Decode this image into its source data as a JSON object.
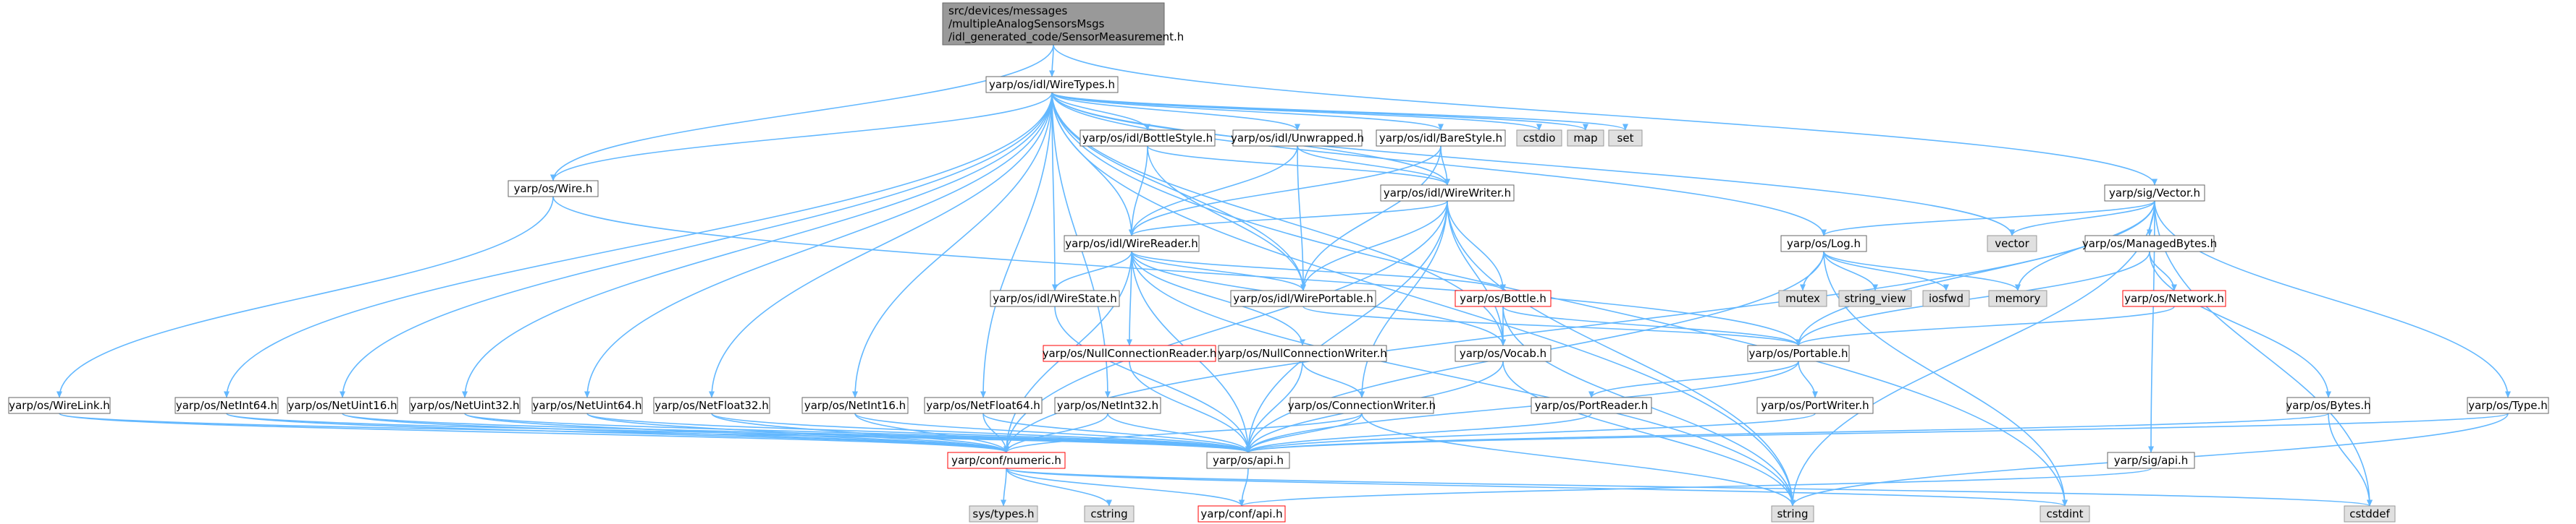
{
  "colors": {
    "node_fill": "#ffffff",
    "node_border": "#666666",
    "root_fill": "#999999",
    "root_border": "#666666",
    "system_fill": "#e0e0e0",
    "system_border": "#999999",
    "truncated_border": "#ff0000",
    "edge": "#63b8ff"
  },
  "nodes": [
    {
      "id": "root",
      "label": "src/devices/messages\n/multipleAnalogSensorsMsgs\n/idl_generated_code/SensorMeasurement.h",
      "kind": "root"
    },
    {
      "id": "wiretypes",
      "label": "yarp/os/idl/WireTypes.h",
      "kind": "normal"
    },
    {
      "id": "wire",
      "label": "yarp/os/Wire.h",
      "kind": "normal"
    },
    {
      "id": "sigvector",
      "label": "yarp/sig/Vector.h",
      "kind": "normal"
    },
    {
      "id": "bottlestyle",
      "label": "yarp/os/idl/BottleStyle.h",
      "kind": "normal"
    },
    {
      "id": "unwrapped",
      "label": "yarp/os/idl/Unwrapped.h",
      "kind": "normal"
    },
    {
      "id": "barestyle",
      "label": "yarp/os/idl/BareStyle.h",
      "kind": "normal"
    },
    {
      "id": "cstdio",
      "label": "cstdio",
      "kind": "system"
    },
    {
      "id": "map",
      "label": "map",
      "kind": "system"
    },
    {
      "id": "set",
      "label": "set",
      "kind": "system"
    },
    {
      "id": "wirewriter",
      "label": "yarp/os/idl/WireWriter.h",
      "kind": "normal"
    },
    {
      "id": "wirereader",
      "label": "yarp/os/idl/WireReader.h",
      "kind": "normal"
    },
    {
      "id": "log",
      "label": "yarp/os/Log.h",
      "kind": "normal"
    },
    {
      "id": "vector",
      "label": "vector",
      "kind": "system"
    },
    {
      "id": "managedbytes",
      "label": "yarp/os/ManagedBytes.h",
      "kind": "normal"
    },
    {
      "id": "wirestate",
      "label": "yarp/os/idl/WireState.h",
      "kind": "normal"
    },
    {
      "id": "wireportable",
      "label": "yarp/os/idl/WirePortable.h",
      "kind": "normal"
    },
    {
      "id": "bottle",
      "label": "yarp/os/Bottle.h",
      "kind": "truncated"
    },
    {
      "id": "mutex",
      "label": "mutex",
      "kind": "system"
    },
    {
      "id": "stringview",
      "label": "string_view",
      "kind": "system"
    },
    {
      "id": "iosfwd",
      "label": "iosfwd",
      "kind": "system"
    },
    {
      "id": "memory",
      "label": "memory",
      "kind": "system"
    },
    {
      "id": "network",
      "label": "yarp/os/Network.h",
      "kind": "truncated"
    },
    {
      "id": "nullreader",
      "label": "yarp/os/NullConnectionReader.h",
      "kind": "truncated"
    },
    {
      "id": "nullwriter",
      "label": "yarp/os/NullConnectionWriter.h",
      "kind": "normal"
    },
    {
      "id": "vocab",
      "label": "yarp/os/Vocab.h",
      "kind": "normal"
    },
    {
      "id": "portable",
      "label": "yarp/os/Portable.h",
      "kind": "normal"
    },
    {
      "id": "wirelink",
      "label": "yarp/os/WireLink.h",
      "kind": "normal"
    },
    {
      "id": "netint64",
      "label": "yarp/os/NetInt64.h",
      "kind": "normal"
    },
    {
      "id": "netuint16",
      "label": "yarp/os/NetUint16.h",
      "kind": "normal"
    },
    {
      "id": "netuint32",
      "label": "yarp/os/NetUint32.h",
      "kind": "normal"
    },
    {
      "id": "netuint64",
      "label": "yarp/os/NetUint64.h",
      "kind": "normal"
    },
    {
      "id": "netfloat32",
      "label": "yarp/os/NetFloat32.h",
      "kind": "normal"
    },
    {
      "id": "netint16",
      "label": "yarp/os/NetInt16.h",
      "kind": "normal"
    },
    {
      "id": "netfloat64",
      "label": "yarp/os/NetFloat64.h",
      "kind": "normal"
    },
    {
      "id": "netint32",
      "label": "yarp/os/NetInt32.h",
      "kind": "normal"
    },
    {
      "id": "connwriter",
      "label": "yarp/os/ConnectionWriter.h",
      "kind": "normal"
    },
    {
      "id": "portreader",
      "label": "yarp/os/PortReader.h",
      "kind": "normal"
    },
    {
      "id": "portwriter",
      "label": "yarp/os/PortWriter.h",
      "kind": "normal"
    },
    {
      "id": "bytes",
      "label": "yarp/os/Bytes.h",
      "kind": "normal"
    },
    {
      "id": "type",
      "label": "yarp/os/Type.h",
      "kind": "normal"
    },
    {
      "id": "confnumeric",
      "label": "yarp/conf/numeric.h",
      "kind": "truncated"
    },
    {
      "id": "osapi",
      "label": "yarp/os/api.h",
      "kind": "normal"
    },
    {
      "id": "sigapi",
      "label": "yarp/sig/api.h",
      "kind": "normal"
    },
    {
      "id": "systypes",
      "label": "sys/types.h",
      "kind": "system"
    },
    {
      "id": "cstring",
      "label": "cstring",
      "kind": "system"
    },
    {
      "id": "confapi",
      "label": "yarp/conf/api.h",
      "kind": "truncated"
    },
    {
      "id": "string",
      "label": "string",
      "kind": "system"
    },
    {
      "id": "cstdint",
      "label": "cstdint",
      "kind": "system"
    },
    {
      "id": "cstddef",
      "label": "cstddef",
      "kind": "system"
    }
  ],
  "edges": [
    [
      "root",
      "wiretypes"
    ],
    [
      "root",
      "wire"
    ],
    [
      "root",
      "sigvector"
    ],
    [
      "wiretypes",
      "bottlestyle"
    ],
    [
      "wiretypes",
      "unwrapped"
    ],
    [
      "wiretypes",
      "barestyle"
    ],
    [
      "wiretypes",
      "cstdio"
    ],
    [
      "wiretypes",
      "map"
    ],
    [
      "wiretypes",
      "set"
    ],
    [
      "wiretypes",
      "wirewriter"
    ],
    [
      "wiretypes",
      "wirereader"
    ],
    [
      "wiretypes",
      "wirestate"
    ],
    [
      "wiretypes",
      "wireportable"
    ],
    [
      "wiretypes",
      "wire"
    ],
    [
      "wiretypes",
      "log"
    ],
    [
      "wiretypes",
      "vector"
    ],
    [
      "wiretypes",
      "netint64"
    ],
    [
      "wiretypes",
      "netuint16"
    ],
    [
      "wiretypes",
      "netuint32"
    ],
    [
      "wiretypes",
      "netuint64"
    ],
    [
      "wiretypes",
      "netfloat32"
    ],
    [
      "wiretypes",
      "netint16"
    ],
    [
      "wiretypes",
      "netfloat64"
    ],
    [
      "wiretypes",
      "netint32"
    ],
    [
      "wiretypes",
      "string"
    ],
    [
      "wiretypes",
      "cstdint"
    ],
    [
      "wiretypes",
      "vocab"
    ],
    [
      "wire",
      "wirelink"
    ],
    [
      "wire",
      "portable"
    ],
    [
      "bottlestyle",
      "wirereader"
    ],
    [
      "bottlestyle",
      "wireportable"
    ],
    [
      "bottlestyle",
      "wirewriter"
    ],
    [
      "unwrapped",
      "wirereader"
    ],
    [
      "unwrapped",
      "wireportable"
    ],
    [
      "unwrapped",
      "wirewriter"
    ],
    [
      "barestyle",
      "wirereader"
    ],
    [
      "barestyle",
      "wireportable"
    ],
    [
      "barestyle",
      "wirewriter"
    ],
    [
      "wirewriter",
      "wirereader"
    ],
    [
      "wirewriter",
      "wireportable"
    ],
    [
      "wirewriter",
      "bottle"
    ],
    [
      "wirewriter",
      "vocab"
    ],
    [
      "wirewriter",
      "osapi"
    ],
    [
      "wirewriter",
      "confnumeric"
    ],
    [
      "wirewriter",
      "string"
    ],
    [
      "wirewriter",
      "connwriter"
    ],
    [
      "wirereader",
      "wirestate"
    ],
    [
      "wirereader",
      "wireportable"
    ],
    [
      "wirereader",
      "bottle"
    ],
    [
      "wirereader",
      "nullreader"
    ],
    [
      "wirereader",
      "nullwriter"
    ],
    [
      "wirereader",
      "vocab"
    ],
    [
      "wirereader",
      "confnumeric"
    ],
    [
      "wirereader",
      "osapi"
    ],
    [
      "wirereader",
      "string"
    ],
    [
      "wirestate",
      "osapi"
    ],
    [
      "wireportable",
      "portable"
    ],
    [
      "bottle",
      "portable"
    ],
    [
      "bottle",
      "vocab"
    ],
    [
      "bottle",
      "string"
    ],
    [
      "nullreader",
      "osapi"
    ],
    [
      "nullwriter",
      "connwriter"
    ],
    [
      "nullwriter",
      "osapi"
    ],
    [
      "vocab",
      "osapi"
    ],
    [
      "vocab",
      "string"
    ],
    [
      "portable",
      "portreader"
    ],
    [
      "portable",
      "portwriter"
    ],
    [
      "portable",
      "osapi"
    ],
    [
      "portreader",
      "osapi"
    ],
    [
      "portwriter",
      "osapi"
    ],
    [
      "connwriter",
      "confnumeric"
    ],
    [
      "connwriter",
      "osapi"
    ],
    [
      "connwriter",
      "string"
    ],
    [
      "wirelink",
      "confnumeric"
    ],
    [
      "wirelink",
      "osapi"
    ],
    [
      "netint64",
      "confnumeric"
    ],
    [
      "netint64",
      "osapi"
    ],
    [
      "netuint16",
      "confnumeric"
    ],
    [
      "netuint16",
      "osapi"
    ],
    [
      "netuint32",
      "confnumeric"
    ],
    [
      "netuint32",
      "osapi"
    ],
    [
      "netuint64",
      "confnumeric"
    ],
    [
      "netuint64",
      "osapi"
    ],
    [
      "netfloat32",
      "confnumeric"
    ],
    [
      "netfloat32",
      "osapi"
    ],
    [
      "netint16",
      "confnumeric"
    ],
    [
      "netint16",
      "osapi"
    ],
    [
      "netfloat64",
      "confnumeric"
    ],
    [
      "netfloat64",
      "osapi"
    ],
    [
      "netint32",
      "confnumeric"
    ],
    [
      "netint32",
      "osapi"
    ],
    [
      "confnumeric",
      "systypes"
    ],
    [
      "confnumeric",
      "cstring"
    ],
    [
      "confnumeric",
      "confapi"
    ],
    [
      "confnumeric",
      "cstdint"
    ],
    [
      "confnumeric",
      "cstddef"
    ],
    [
      "osapi",
      "confapi"
    ],
    [
      "log",
      "osapi"
    ],
    [
      "log",
      "mutex"
    ],
    [
      "log",
      "stringview"
    ],
    [
      "log",
      "iosfwd"
    ],
    [
      "log",
      "memory"
    ],
    [
      "log",
      "cstdint"
    ],
    [
      "sigvector",
      "log"
    ],
    [
      "sigvector",
      "managedbytes"
    ],
    [
      "sigvector",
      "vector"
    ],
    [
      "sigvector",
      "memory"
    ],
    [
      "sigvector",
      "portable"
    ],
    [
      "sigvector",
      "type"
    ],
    [
      "sigvector",
      "sigapi"
    ],
    [
      "sigvector",
      "string"
    ],
    [
      "sigvector",
      "cstddef"
    ],
    [
      "sigvector",
      "confnumeric"
    ],
    [
      "managedbytes",
      "network"
    ],
    [
      "managedbytes",
      "bytes"
    ],
    [
      "managedbytes",
      "portable"
    ],
    [
      "network",
      "portable"
    ],
    [
      "bytes",
      "osapi"
    ],
    [
      "bytes",
      "cstddef"
    ],
    [
      "type",
      "osapi"
    ],
    [
      "type",
      "string"
    ],
    [
      "sigapi",
      "confapi"
    ]
  ]
}
